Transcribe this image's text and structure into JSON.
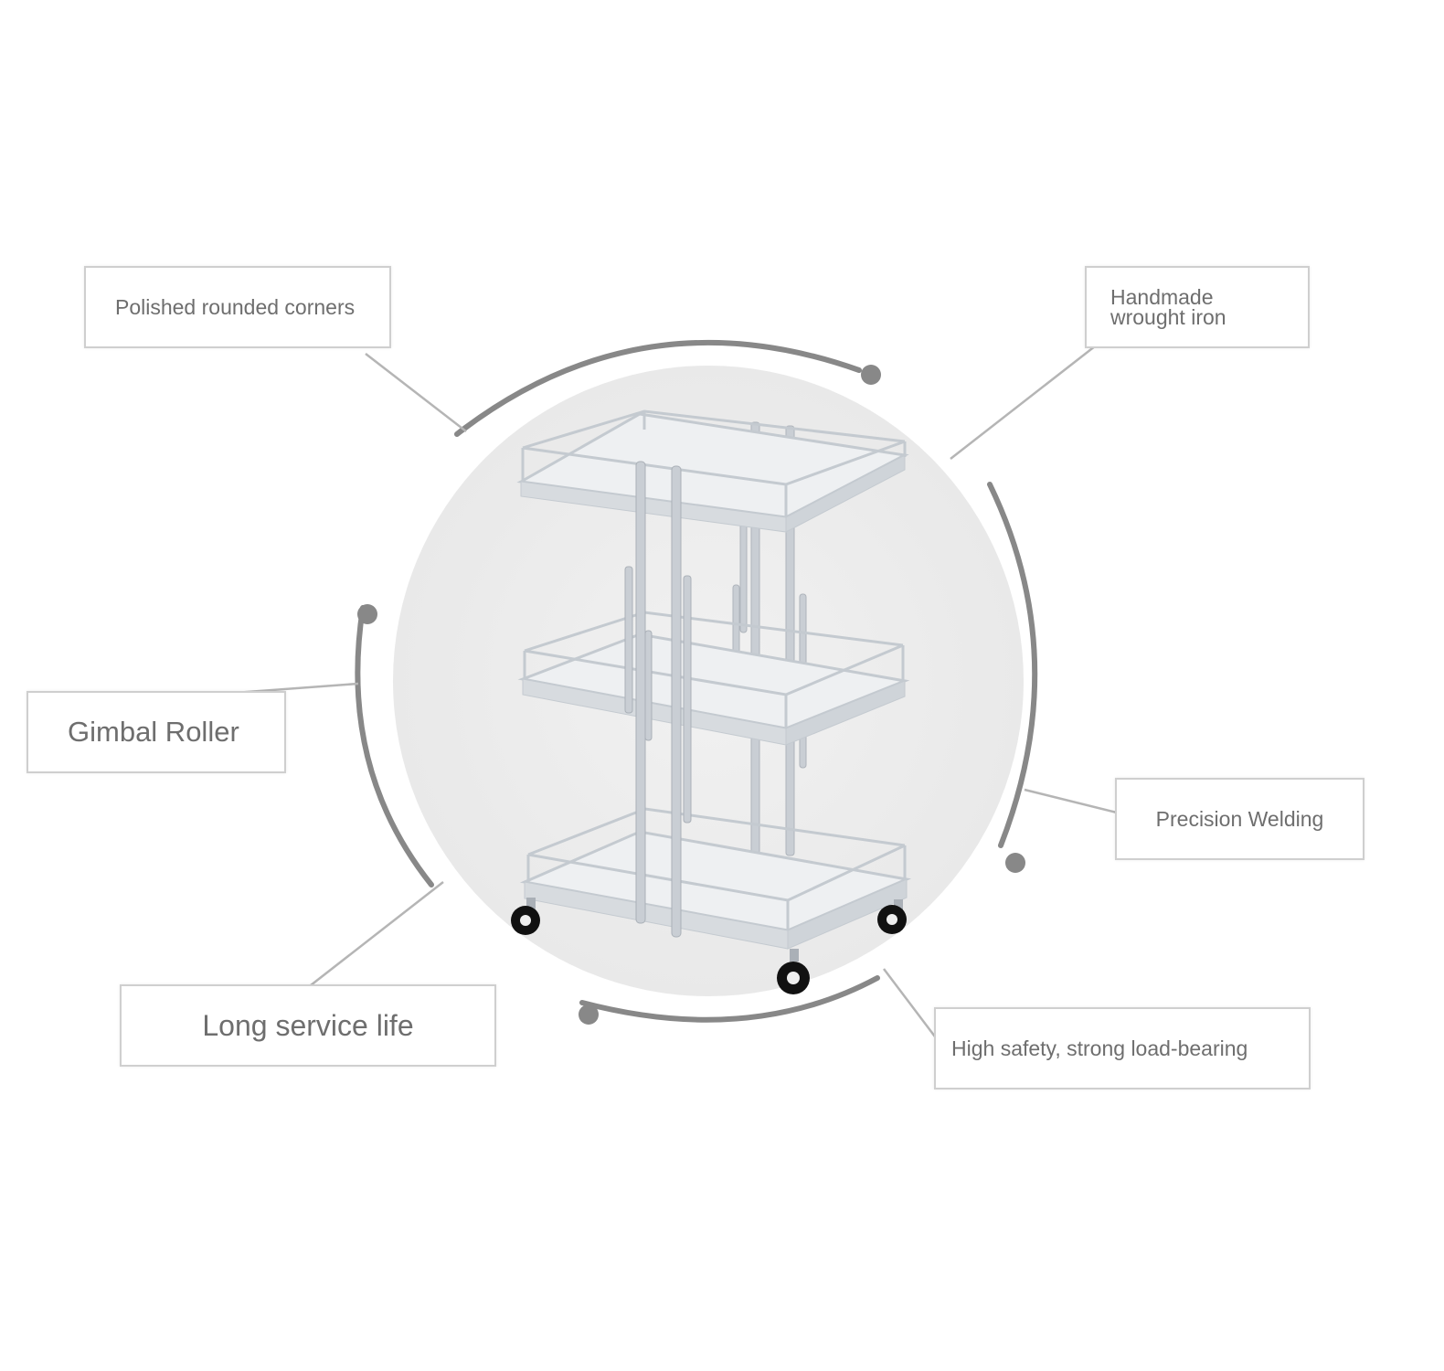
{
  "labels": {
    "polished": "Polished rounded corners",
    "handmade": "Handmade wrought iron",
    "gimbal": "Gimbal Roller",
    "precision": "Precision Welding",
    "long_life": "Long service life",
    "safety": "High safety, strong load-bearing"
  },
  "colors": {
    "arc": "#888888",
    "leader_line": "#b5b5b5",
    "backdrop_circle": "#ececec",
    "frame": "#c4cad0",
    "shelf_top": "#eef0f2",
    "wheel": "#111111",
    "text": "#6e6e6e"
  },
  "icons": {
    "product": "three-tier-rolling-cart-illustration"
  }
}
